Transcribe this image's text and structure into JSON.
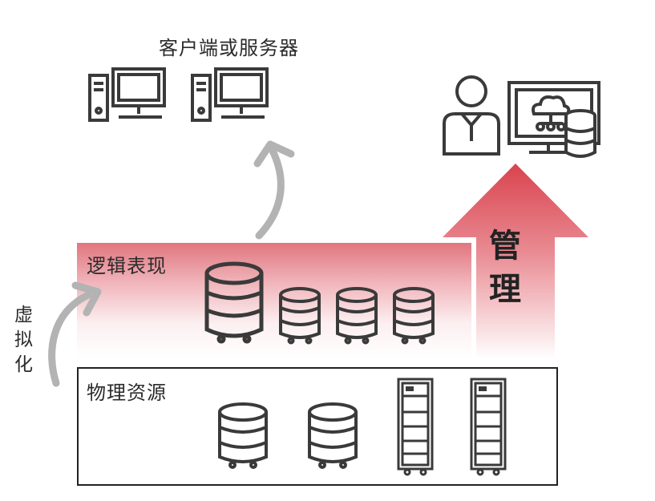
{
  "diagram": {
    "top_label": "客户端或服务器",
    "logical_label": "逻辑表现",
    "physical_label": "物理资源",
    "virtual_label": "虚拟化",
    "manage_label": "管理",
    "colors": {
      "icon_stroke": "#3a3a3a",
      "arrow_gray": "#b3b3b3",
      "accent_red": "#d9434e"
    },
    "icons": [
      "desktop-computer-icon",
      "admin-user-icon",
      "cloud-monitor-icon",
      "database-icon",
      "server-rack-icon",
      "curved-arrow-icon",
      "up-arrow-icon"
    ]
  }
}
